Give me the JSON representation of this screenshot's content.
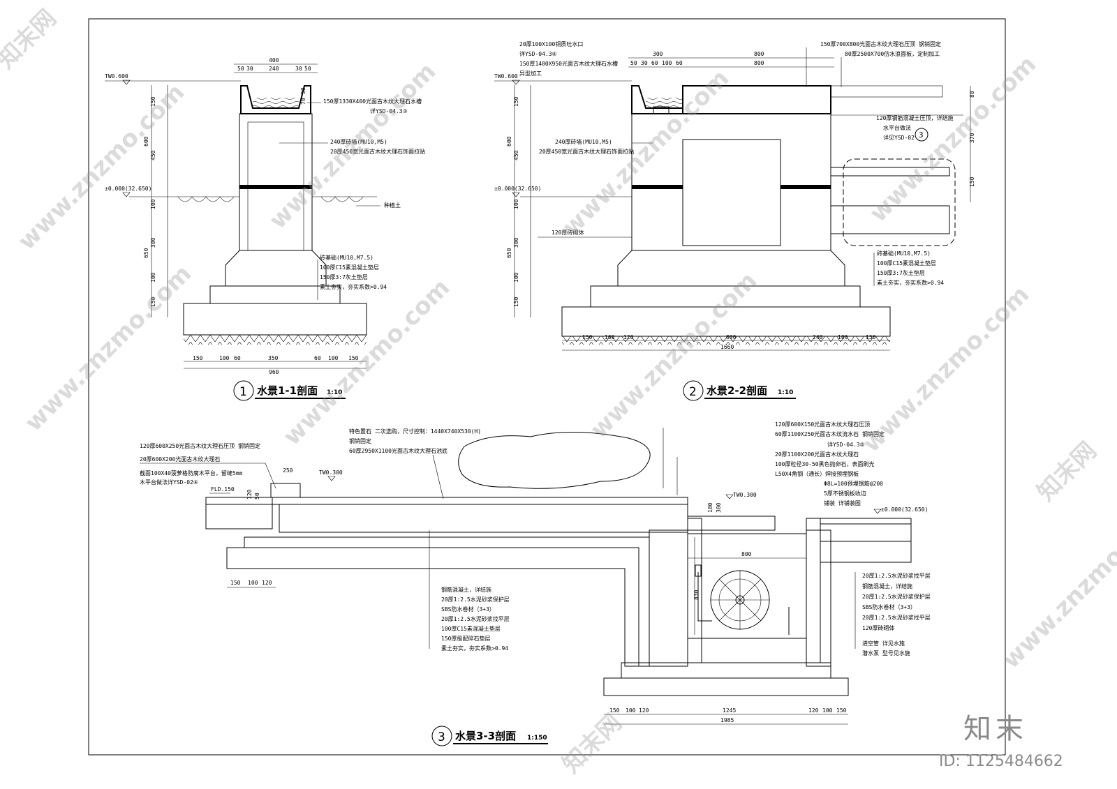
{
  "watermark": {
    "site": "www.znzmo.com",
    "brand_cn": "知末网",
    "logo_text": "知末",
    "id_text": "ID: 1125484662"
  },
  "sections": [
    {
      "num": "1",
      "title": "水景1-1剖面",
      "scale": "1:10"
    },
    {
      "num": "2",
      "title": "水景2-2剖面",
      "scale": "1:10"
    },
    {
      "num": "3",
      "title": "水景3-3剖面",
      "scale": "1:150"
    }
  ],
  "s1": {
    "twl": "TW0.600",
    "zero": "±0.000(32.650)",
    "top_dims": [
      "400",
      "50",
      "30",
      "240",
      "30",
      "50"
    ],
    "top_vertical": [
      "70",
      "50"
    ],
    "left_dims": [
      "150",
      "450",
      "600",
      "100",
      "300",
      "650",
      "100",
      "150"
    ],
    "bottom_dims": [
      "150",
      "100",
      "60",
      "350",
      "60",
      "100",
      "150"
    ],
    "bottom_total": "960",
    "notes": [
      "150厚1330X400光面古木纹大理石水槽",
      "详YSD-04.3③",
      "240厚砖墙(MU10,M5)",
      "20厚450宽光面古木纹大理石饰面拉贴",
      "种植土",
      "砖基础(MU10,M7.5)",
      "100厚C15素混凝土垫层",
      "150厚3:7灰土垫层",
      "素土夯实，夯实系数>0.94"
    ]
  },
  "s2": {
    "twl": "TW0.600",
    "zero": "±0.000(32.650)",
    "top_notes": [
      "20厚100X100铜质吐水口",
      "详YSD-04.3⑥",
      "150厚1400X950光面古木纹大理石水槽",
      "异型加工",
      "150厚700X800光面古木纹大理石压顶  钢销固定",
      "80厚2500X700仿水浪面板，定制加工"
    ],
    "top_dims": [
      "300",
      "800",
      "800",
      "50",
      "30",
      "60",
      "100",
      "60"
    ],
    "left_dims": [
      "150",
      "450",
      "600",
      "100",
      "300",
      "650",
      "100",
      "150"
    ],
    "right_dims": [
      "80",
      "370",
      "150"
    ],
    "notes_mid": [
      "120厚钢筋混凝土压顶，详结施",
      "水平台做法",
      "详见YSD-02",
      "240厚砖墙(MU10,M5)",
      "20厚450宽光面古木纹大理石饰面拉贴",
      "120厚砖砌体"
    ],
    "callout": "3",
    "notes_low": [
      "砖基础(MU10,M7.5)",
      "100厚C15素混凝土垫层",
      "150厚3:7灰土垫层",
      "素土夯实，夯实系数>0.94"
    ],
    "bottom_dims": [
      "150",
      "100",
      "120",
      "800",
      "240",
      "100",
      "150"
    ],
    "bottom_total": "1660"
  },
  "s3": {
    "notes_top_left": [
      "120厚600X250光面古木纹大理石压顶  钢销固定",
      "20厚600X200光面古木纹大理石",
      "截面100X40菠萝格防腐木平台，留缝5mm",
      "木平台做法详YSD-02④"
    ],
    "notes_top_mid": [
      "特色置石  二次选购，尺寸控制：1440X740X530(H)",
      "钢销固定",
      "60厚2950X1100光面古木纹大理石池底"
    ],
    "notes_top_right": [
      "120厚600X150光面古木纹大理石压顶",
      "60厚1100X250光面古木纹流水石  钢销固定",
      "详YSD-04.3⑤",
      "20厚1100X200光面古木纹大理石",
      "100厚粒径30-50黑色抛卵石，表面刷光",
      "L50X4角钢（通长）焊接预埋钢板",
      "Φ8L=100预埋钢筋@200",
      "5厚不锈钢板收边",
      "铺装  详铺装图"
    ],
    "elev": [
      "FLD.150",
      "TW0.300",
      "TW0.300",
      "±0.000(32.650)"
    ],
    "small_dims": [
      "250",
      "50",
      "120",
      "180",
      "300"
    ],
    "notes_mid": [
      "钢筋混凝土，详结施",
      "20厚1:2.5水泥砂浆保护层",
      "SBS防水卷材（3+3）",
      "20厚1:2.5水泥砂浆找平层",
      "100厚C15素混凝土垫层",
      "150厚级配碎石垫层",
      "素土夯实，夯实系数>0.94"
    ],
    "notes_right": [
      "20厚1:2.5水泥砂浆找平层",
      "钢筋混凝土，详结施",
      "20厚1:2.5水泥砂浆保护层",
      "SBS防水卷材（3+3）",
      "20厚1:2.5水泥砂浆找平层",
      "120厚砖砌体",
      "进空管  详见水施",
      "潜水泵  型号见水施"
    ],
    "pump_dims": [
      "800",
      "830"
    ],
    "left_dims": [
      "150",
      "100",
      "120"
    ],
    "bottom_dims": [
      "150",
      "100",
      "120",
      "1245",
      "120",
      "100",
      "150"
    ],
    "bottom_total": "1985"
  }
}
